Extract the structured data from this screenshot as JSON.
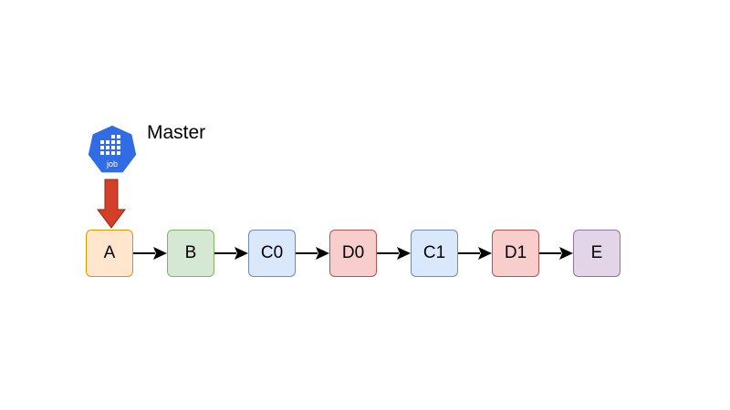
{
  "master": {
    "label": "Master",
    "icon": "kubernetes-job-icon",
    "icon_text": "job",
    "icon_color": "#326ce5",
    "pointer_color": "#c0392b",
    "points_to": "A"
  },
  "nodes": [
    {
      "label": "A",
      "fill": "#ffe6cc",
      "stroke": "#d79b00"
    },
    {
      "label": "B",
      "fill": "#d5e8d4",
      "stroke": "#82b366"
    },
    {
      "label": "C0",
      "fill": "#dae8fc",
      "stroke": "#6c8ebf"
    },
    {
      "label": "D0",
      "fill": "#f8cecc",
      "stroke": "#b85450"
    },
    {
      "label": "C1",
      "fill": "#dae8fc",
      "stroke": "#6c8ebf"
    },
    {
      "label": "D1",
      "fill": "#f8cecc",
      "stroke": "#b85450"
    },
    {
      "label": "E",
      "fill": "#e1d5e7",
      "stroke": "#9673a6"
    }
  ]
}
